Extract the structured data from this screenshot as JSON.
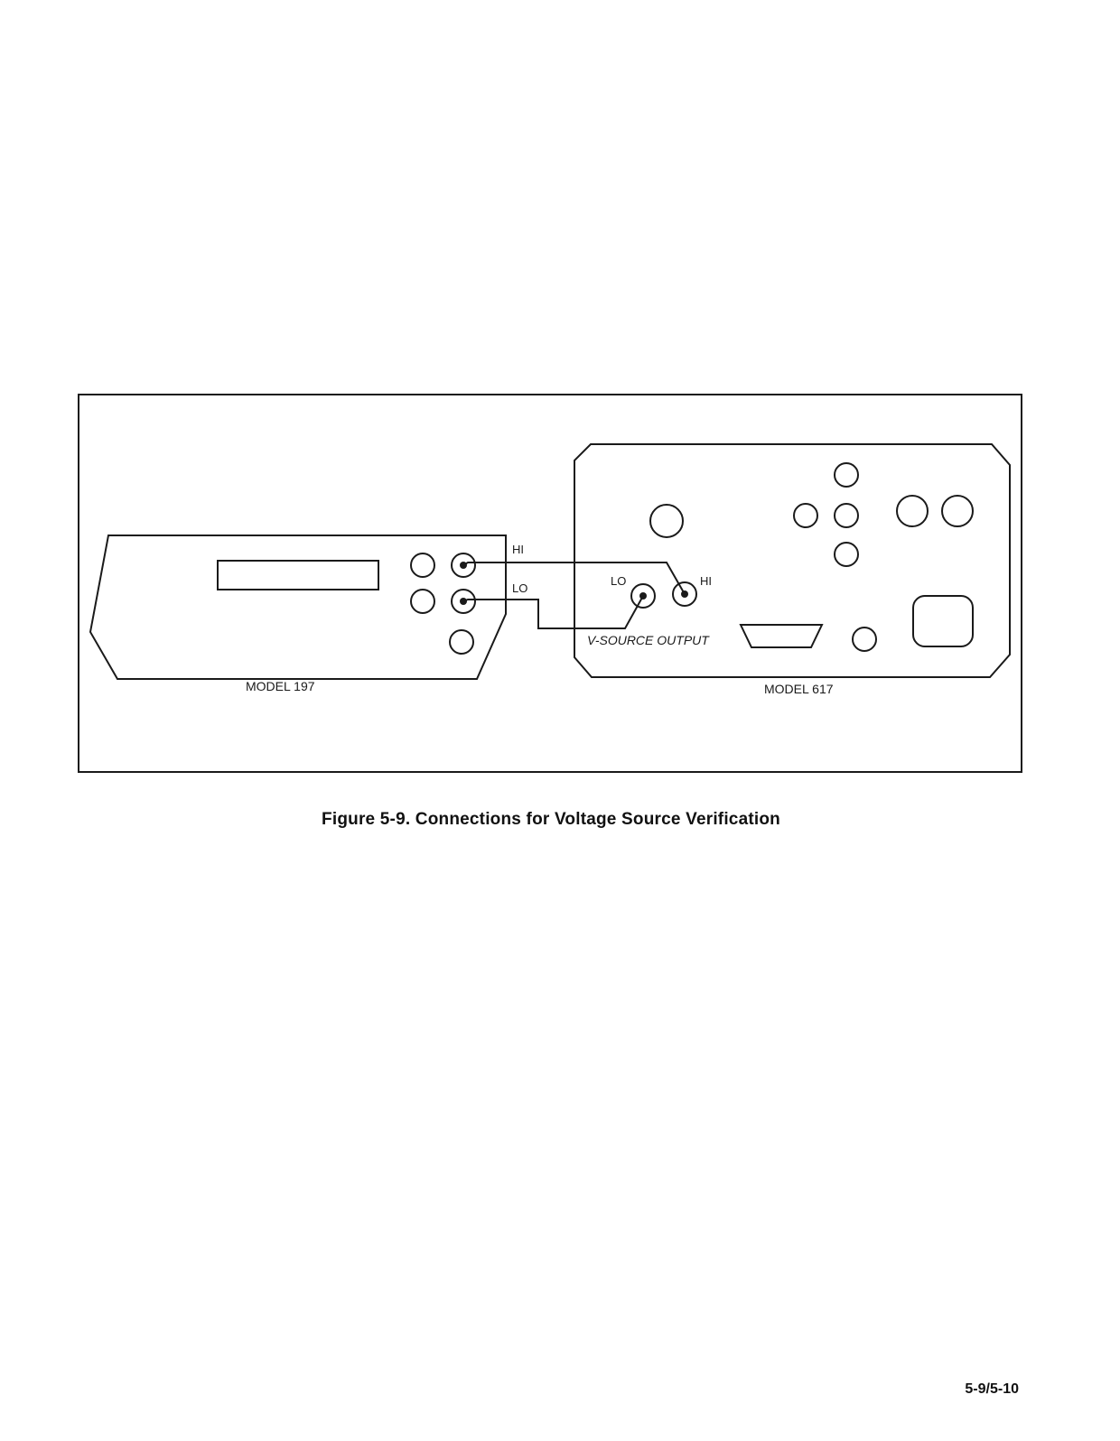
{
  "figure": {
    "caption": "Figure 5-9. Connections for Voltage Source Verification",
    "model_197": {
      "label": "MODEL 197",
      "hi_label": "HI",
      "lo_label": "LO"
    },
    "model_617": {
      "label": "MODEL 617",
      "lo_label": "LO",
      "hi_label": "HI",
      "output_label": "V-SOURCE OUTPUT"
    }
  },
  "page": {
    "number": "5-9/5-10"
  }
}
